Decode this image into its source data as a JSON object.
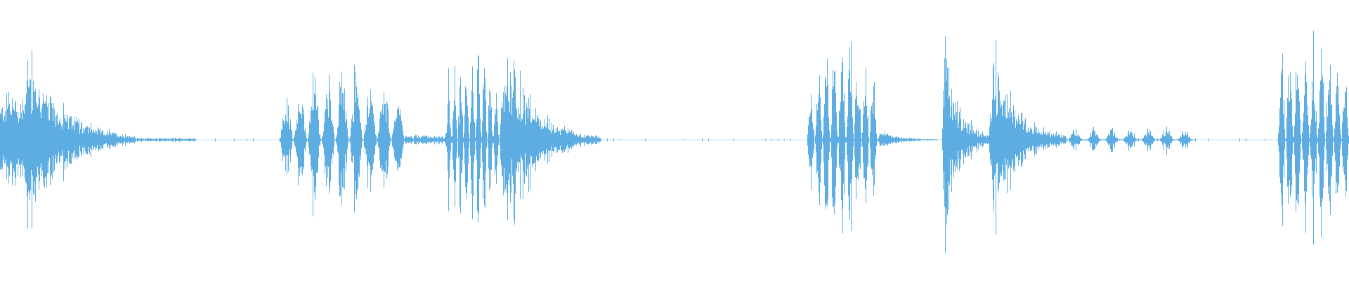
{
  "waveform": {
    "color": "#5dade2",
    "background": "#ffffff",
    "segments": [
      {
        "start": 0.0,
        "end": 0.018,
        "peak": 0.45,
        "shape": "sustain"
      },
      {
        "start": 0.014,
        "end": 0.1,
        "peak": 0.93,
        "shape": "decay"
      },
      {
        "start": 0.1,
        "end": 0.145,
        "peak": 0.02,
        "shape": "residual"
      },
      {
        "start": 0.207,
        "end": 0.3,
        "peak": 0.66,
        "shape": "clusters"
      },
      {
        "start": 0.3,
        "end": 0.33,
        "peak": 0.05,
        "shape": "residual"
      },
      {
        "start": 0.33,
        "end": 0.37,
        "peak": 0.8,
        "shape": "clusters"
      },
      {
        "start": 0.37,
        "end": 0.445,
        "peak": 0.86,
        "shape": "decay"
      },
      {
        "start": 0.598,
        "end": 0.65,
        "peak": 0.97,
        "shape": "clusters"
      },
      {
        "start": 0.65,
        "end": 0.695,
        "peak": 0.1,
        "shape": "decay"
      },
      {
        "start": 0.698,
        "end": 0.733,
        "peak": 0.98,
        "shape": "decay"
      },
      {
        "start": 0.733,
        "end": 0.79,
        "peak": 0.92,
        "shape": "decay"
      },
      {
        "start": 0.79,
        "end": 0.885,
        "peak": 0.11,
        "shape": "bursts"
      },
      {
        "start": 0.947,
        "end": 1.0,
        "peak": 1.0,
        "shape": "clusters"
      }
    ]
  }
}
